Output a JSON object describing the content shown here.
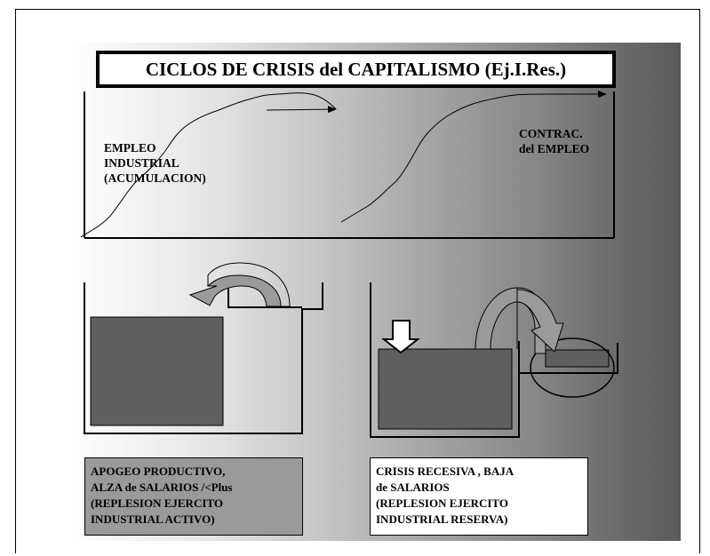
{
  "title": "CICLOS DE CRISIS del CAPITALISMO (Ej.I.Res.)",
  "top_chart": {
    "left_label_lines": [
      "EMPLEO",
      "INDUSTRIAL",
      "(ACUMULACION)"
    ],
    "right_label_lines": [
      "CONTRAC.",
      "del EMPLEO"
    ]
  },
  "left_panel": {
    "caption_lines": [
      "APOGEO PRODUCTIVO,",
      "ALZA de SALARIOS /<Plus",
      "(REPLESION EJERCITO",
      "INDUSTRIAL ACTIVO)"
    ]
  },
  "right_panel": {
    "caption_lines": [
      "CRISIS RECESIVA , BAJA",
      "de SALARIOS",
      "(REPLESION EJERCITO",
      "INDUSTRIAL RESERVA)"
    ]
  },
  "colors": {
    "dark_box": "#5f5f5f",
    "arrow_fill": "#9a9a9a",
    "caption_left_bg": "#9a9a9a",
    "caption_right_bg": "#ffffff"
  }
}
